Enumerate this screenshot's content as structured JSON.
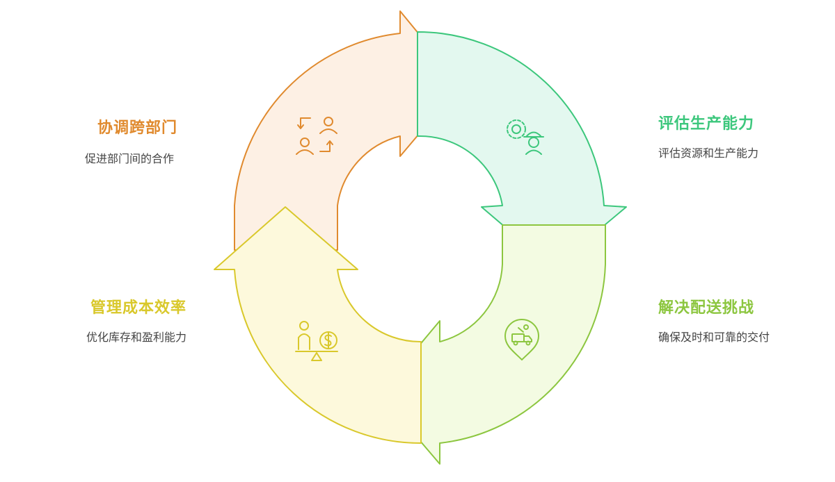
{
  "steps": [
    {
      "id": "coordinate",
      "title": "协调跨部门",
      "desc": "促进部门间的合作",
      "color": "#e08a2e",
      "icon": "exchange-people-icon"
    },
    {
      "id": "assess",
      "title": "评估生产能力",
      "desc": "评估资源和生产能力",
      "color": "#3cc77c",
      "icon": "gear-worker-icon"
    },
    {
      "id": "delivery",
      "title": "解决配送挑战",
      "desc": "确保及时和可靠的交付",
      "color": "#8cc63f",
      "icon": "delivery-truck-location-icon"
    },
    {
      "id": "cost",
      "title": "管理成本效率",
      "desc": "优化库存和盈利能力",
      "color": "#d9c82b",
      "icon": "person-coin-balance-icon"
    }
  ]
}
